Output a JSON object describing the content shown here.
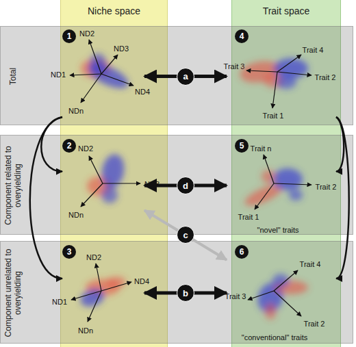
{
  "diagram": {
    "nodes": [
      {
        "text": [
          "Niche space"
        ]
      },
      {
        "text": [
          "Trait space"
        ]
      },
      {
        "text": [
          "Total"
        ]
      },
      {
        "text": [
          "Component related to overyielding"
        ]
      },
      {
        "text": [
          "Component unrelated to overyielding"
        ]
      },
      {
        "text": [
          "1",
          "ND2",
          "ND3",
          "ND1",
          "ND4",
          "NDn"
        ],
        "in": 2
      },
      {
        "text": [
          "2",
          "ND2",
          "ND3",
          "NDn"
        ],
        "in": 3
      },
      {
        "text": [
          "3",
          "ND2",
          "ND4",
          "ND1",
          "NDn"
        ],
        "in": 4
      },
      {
        "text": [
          "4",
          "Trait 4",
          "Trait 3",
          "Trait 2",
          "Trait 1"
        ],
        "in": 2
      },
      {
        "text": [
          "5",
          "Trait n",
          "Trait 2",
          "Trait 1",
          "\"novel\" traits"
        ],
        "in": 3
      },
      {
        "text": [
          "6",
          "Trait 4",
          "Trait 3",
          "Trait 2",
          "\"conventional\" traits"
        ],
        "in": 4
      }
    ],
    "edges": [
      {
        "from": 5,
        "to": 8,
        "arrow": "both",
        "label": "a"
      },
      {
        "from": 7,
        "to": 10,
        "arrow": "both",
        "label": "b"
      },
      {
        "from": 6,
        "to": 10,
        "arrow": "both",
        "label": "c"
      },
      {
        "from": 6,
        "to": 9,
        "arrow": "both",
        "label": "d"
      },
      {
        "from": 5,
        "to": 6,
        "arrow": "to"
      },
      {
        "from": 5,
        "to": 7,
        "arrow": "to"
      },
      {
        "from": 8,
        "to": 9,
        "arrow": "to"
      },
      {
        "from": 8,
        "to": 10,
        "arrow": "to"
      }
    ]
  }
}
